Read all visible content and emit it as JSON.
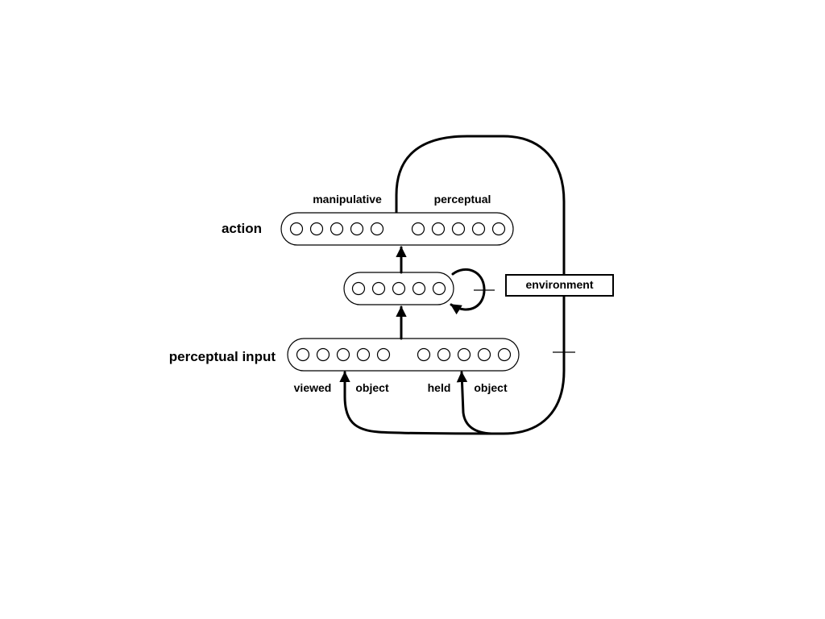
{
  "labels": {
    "action": "action",
    "perceptual_input": "perceptual input",
    "manipulative": "manipulative",
    "perceptual": "perceptual",
    "environment": "environment",
    "viewed": "viewed",
    "object_viewed": "object",
    "held": "held",
    "object_held": "object"
  },
  "layers": {
    "action_units": 10,
    "hidden_units": 5,
    "input_units": 10
  },
  "colors": {
    "stroke": "#000000",
    "background": "#ffffff"
  }
}
